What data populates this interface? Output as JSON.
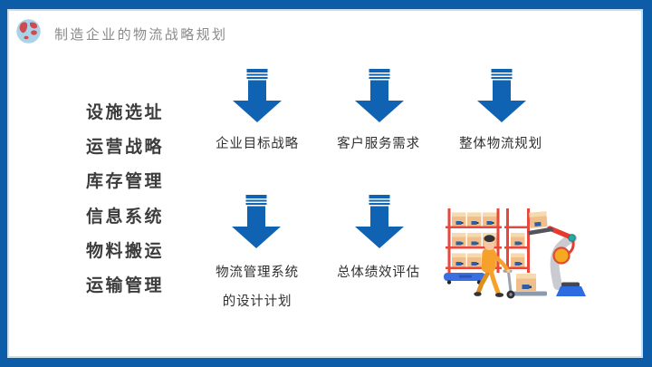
{
  "slide": {
    "colors": {
      "frame_blue": "#0D5CA8",
      "frame_inner_line": "#C9E0F2",
      "arrow_blue": "#1063B2",
      "title_gray": "#8A8A8A",
      "menu_text": "#3C3C3C",
      "label_text": "#303030"
    }
  },
  "header": {
    "logo_icon": "globe-icon",
    "title": "制造企业的物流战略规划"
  },
  "menu": {
    "items": [
      {
        "label": "设施选址"
      },
      {
        "label": "运营战略"
      },
      {
        "label": "库存管理"
      },
      {
        "label": "信息系统"
      },
      {
        "label": "物料搬运"
      },
      {
        "label": "运输管理"
      }
    ]
  },
  "flow": {
    "arrow_icon": "down-arrow-icon",
    "top_row": [
      {
        "label": "企业目标战略"
      },
      {
        "label": "客户服务需求"
      },
      {
        "label": "整体物流规划"
      }
    ],
    "bottom_row": [
      {
        "lines": [
          "物流管理系统",
          "的设计计划"
        ]
      },
      {
        "lines": [
          "总体绩效评估"
        ]
      }
    ]
  },
  "illustration": {
    "name": "warehouse-automation-illustration",
    "parts": [
      "shelf-rack-with-boxes-icon",
      "pallet-truck-icon",
      "worker-with-hand-truck-icon",
      "robot-arm-picking-box-icon"
    ]
  }
}
